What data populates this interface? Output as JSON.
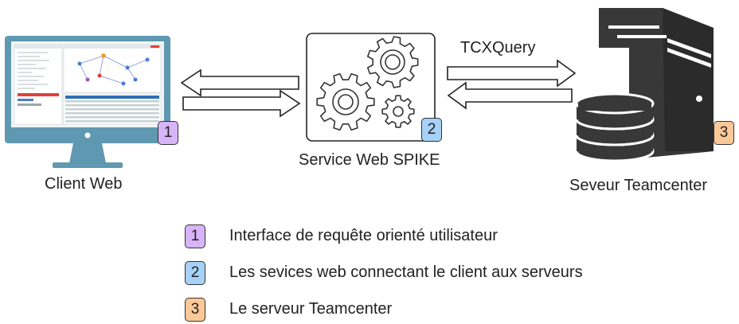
{
  "nodes": {
    "client": {
      "label": "Client Web",
      "badge": "1"
    },
    "service": {
      "label": "Service Web SPIKE",
      "badge": "2"
    },
    "server": {
      "label": "Seveur Teamcenter",
      "badge": "3"
    }
  },
  "query_label": "TCXQuery",
  "legend": [
    {
      "badge": "1",
      "text": "Interface de requête orienté utilisateur",
      "color": "#d8b4f8"
    },
    {
      "badge": "2",
      "text": "Les sevices web connectant le client aux serveurs",
      "color": "#a7d1f7"
    },
    {
      "badge": "3",
      "text": "Le serveur Teamcenter",
      "color": "#fdc898"
    }
  ],
  "colors": {
    "monitor": "#5f98b1",
    "screen_bg": "#f2f4f4",
    "server": "#383838",
    "badge1": "#d8b4f8",
    "badge2": "#a7d1f7",
    "badge3": "#fdc898"
  },
  "icons": [
    "monitor-icon",
    "gears-icon",
    "server-tower-icon",
    "database-icon",
    "arrow-left-icon",
    "arrow-right-icon"
  ]
}
